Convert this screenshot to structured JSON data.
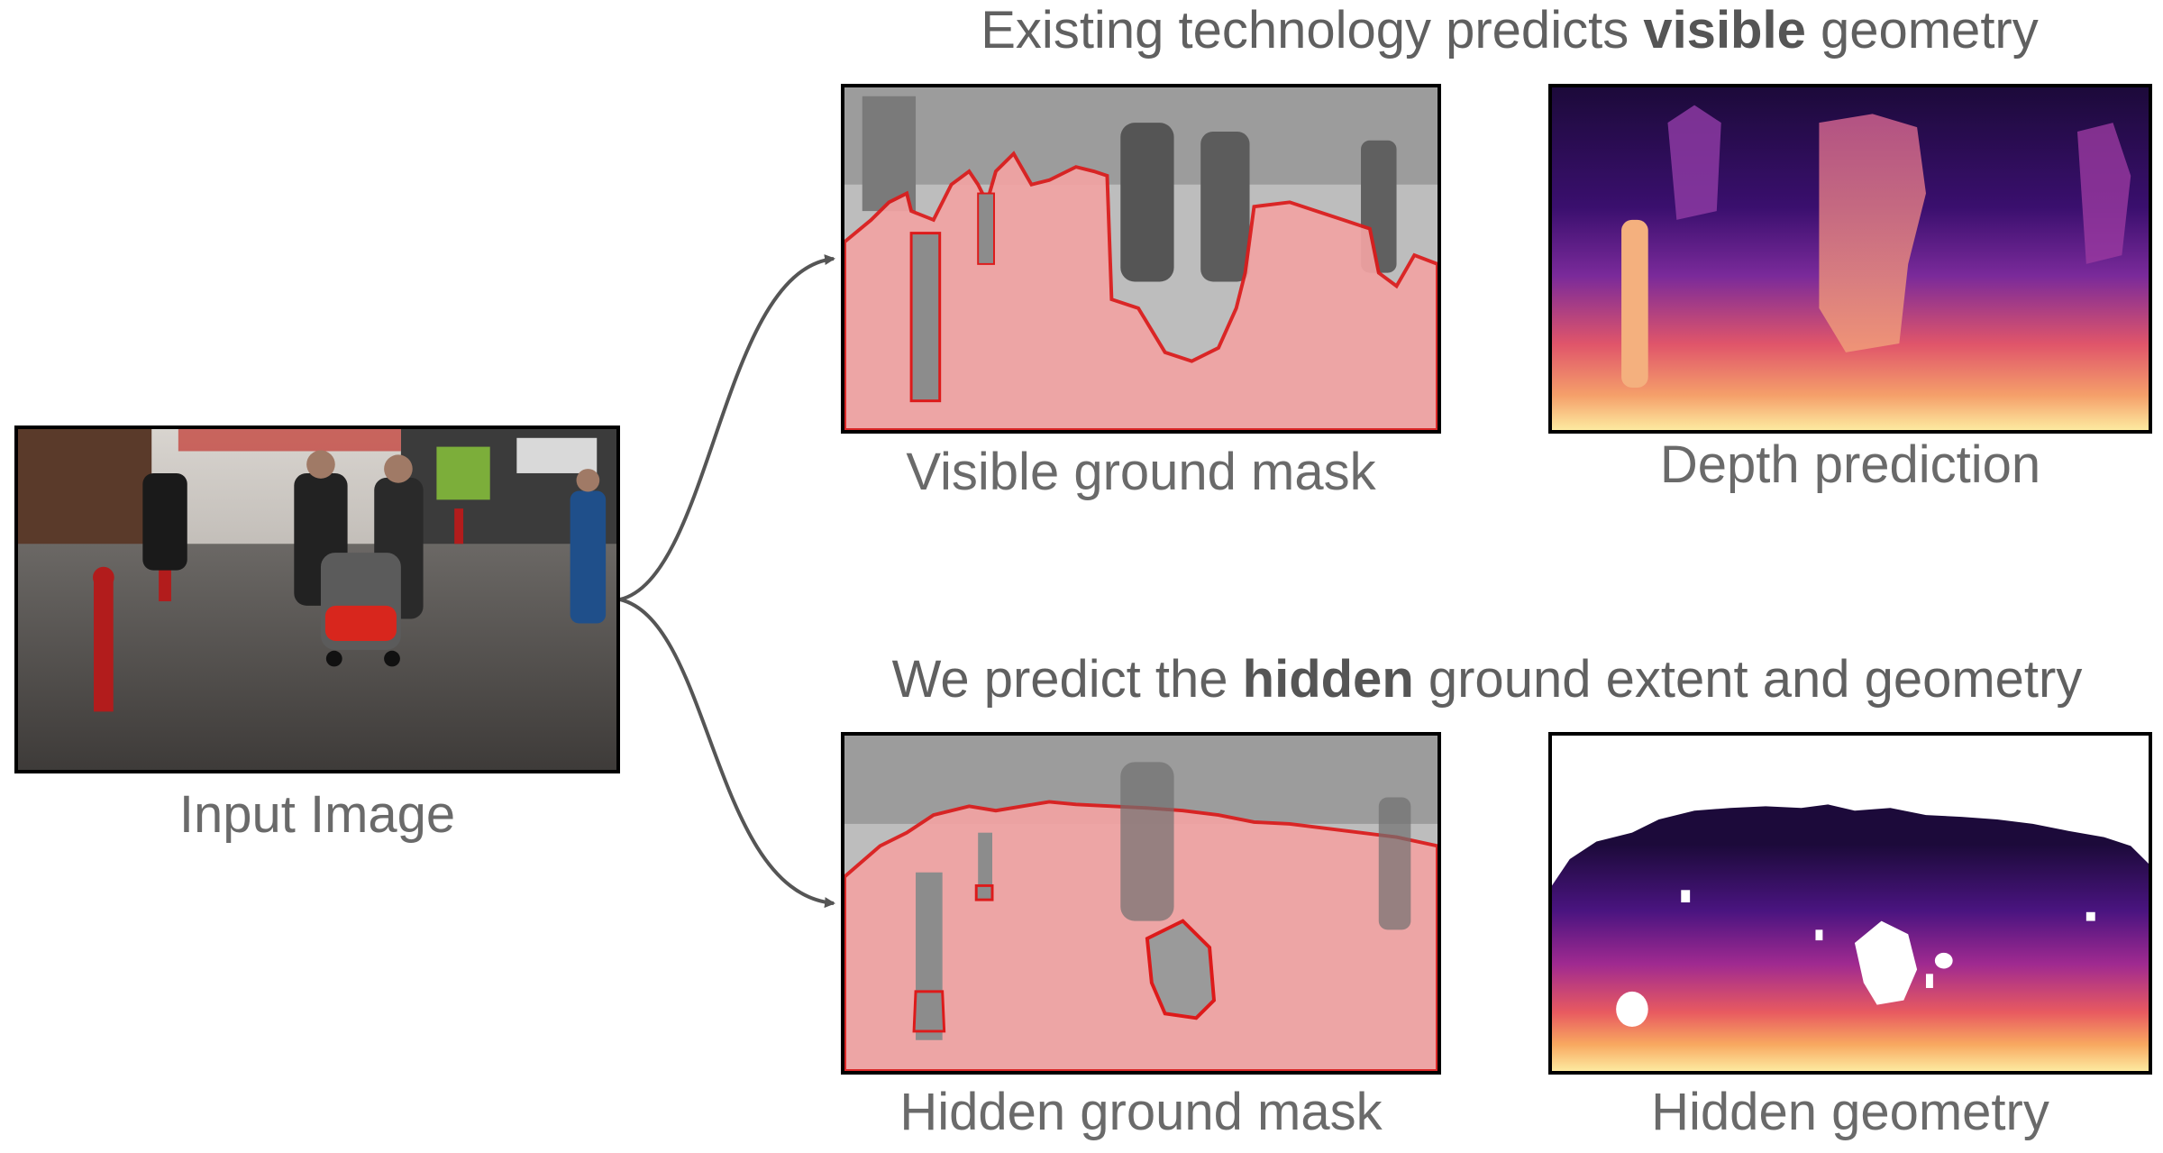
{
  "headings": {
    "top": {
      "pre": "Existing technology predicts ",
      "bold": "visible",
      "post": " geometry"
    },
    "bottom": {
      "pre": "We predict the ",
      "bold": "hidden",
      "post": " ground extent and geometry"
    }
  },
  "labels": {
    "input": "Input Image",
    "visible_mask": "Visible ground mask",
    "depth": "Depth prediction",
    "hidden_mask": "Hidden ground mask",
    "hidden_geometry": "Hidden geometry"
  },
  "colors": {
    "mask_overlay": "#f2a3a3",
    "mask_outline": "#dd1a1a",
    "arrow": "#555555",
    "depth_far": "#1c0a3a",
    "depth_mid": "#8a2aa0",
    "depth_near": "#f5c77a"
  }
}
